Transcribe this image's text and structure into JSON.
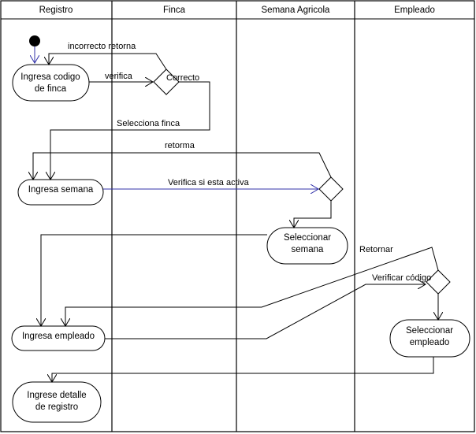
{
  "lanes": [
    "Registro",
    "Finca",
    "Semana Agricola",
    "Empleado"
  ],
  "activities": {
    "ingresa_codigo": [
      "Ingresa codigo",
      "de finca"
    ],
    "ingresa_semana": [
      "Ingresa semana"
    ],
    "seleccionar_semana": [
      "Seleccionar",
      "semana"
    ],
    "ingresa_empleado": [
      "Ingresa empleado"
    ],
    "seleccionar_empleado": [
      "Seleccionar",
      "empleado"
    ],
    "ingrese_detalle": [
      "Ingrese detalle",
      "de registro"
    ]
  },
  "flow_labels": {
    "incorrecto_retorna": "incorrecto retorna",
    "verifica": "verifica",
    "correcto": "Correcto",
    "selecciona_finca": "Selecciona finca",
    "retorma": "retorma",
    "verifica_activa": "Verifica si esta activa",
    "retornar": "Retornar",
    "verificar_codigo": "Verificar código"
  },
  "colors": {
    "line": "#000000",
    "highlight_flow": "#3333aa",
    "lane_header_bg": "#ffffff",
    "node_fill": "#ffffff"
  }
}
